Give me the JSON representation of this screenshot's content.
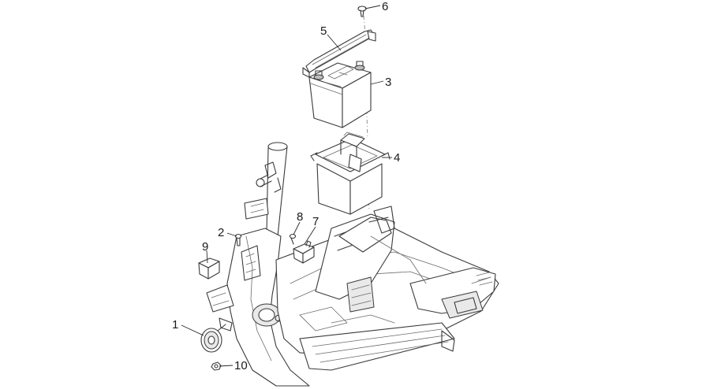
{
  "callouts": [
    {
      "id": "p1",
      "label": "1"
    },
    {
      "id": "p2",
      "label": "2"
    },
    {
      "id": "p3",
      "label": "3"
    },
    {
      "id": "p4",
      "label": "4"
    },
    {
      "id": "p5",
      "label": "5"
    },
    {
      "id": "p6",
      "label": "6"
    },
    {
      "id": "p7",
      "label": "7"
    },
    {
      "id": "p8",
      "label": "8"
    },
    {
      "id": "p9",
      "label": "9"
    },
    {
      "id": "p10",
      "label": "10"
    }
  ]
}
